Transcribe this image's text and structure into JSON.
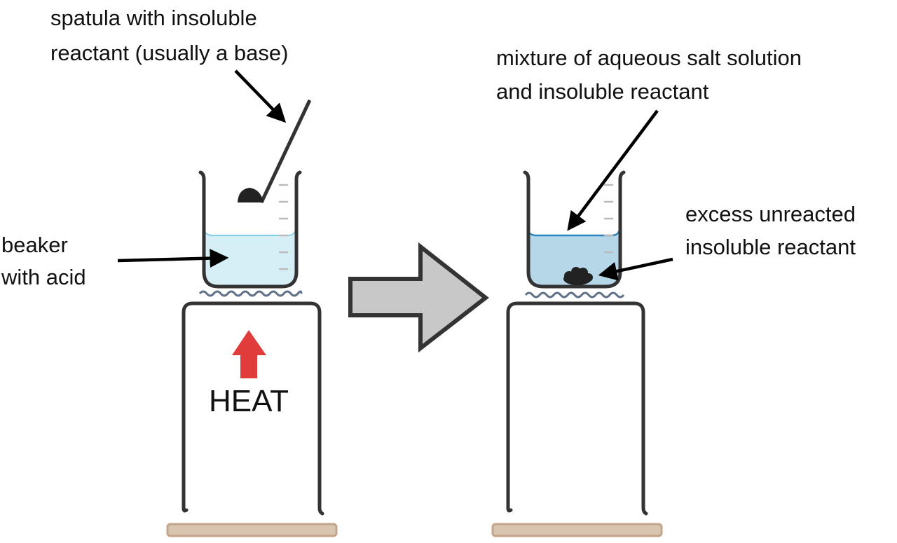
{
  "labels": {
    "spatula": [
      "spatula with insoluble",
      "reactant (usually a base)"
    ],
    "beaker": [
      "beaker",
      "with acid"
    ],
    "mixture": [
      "mixture of aqueous salt solution",
      "and insoluble reactant"
    ],
    "excess": [
      "excess unreacted",
      "insoluble reactant"
    ],
    "heat": "HEAT"
  },
  "colors": {
    "acid": "#d6eef6",
    "acid_surface": "#80cfe8",
    "salt_solution": "#b5d7e8",
    "salt_surface": "#2b86c0",
    "heat_arrow": "#e03c3c",
    "process_arrow": "#c8c8c8",
    "base_plate": "#d9c4b0"
  }
}
